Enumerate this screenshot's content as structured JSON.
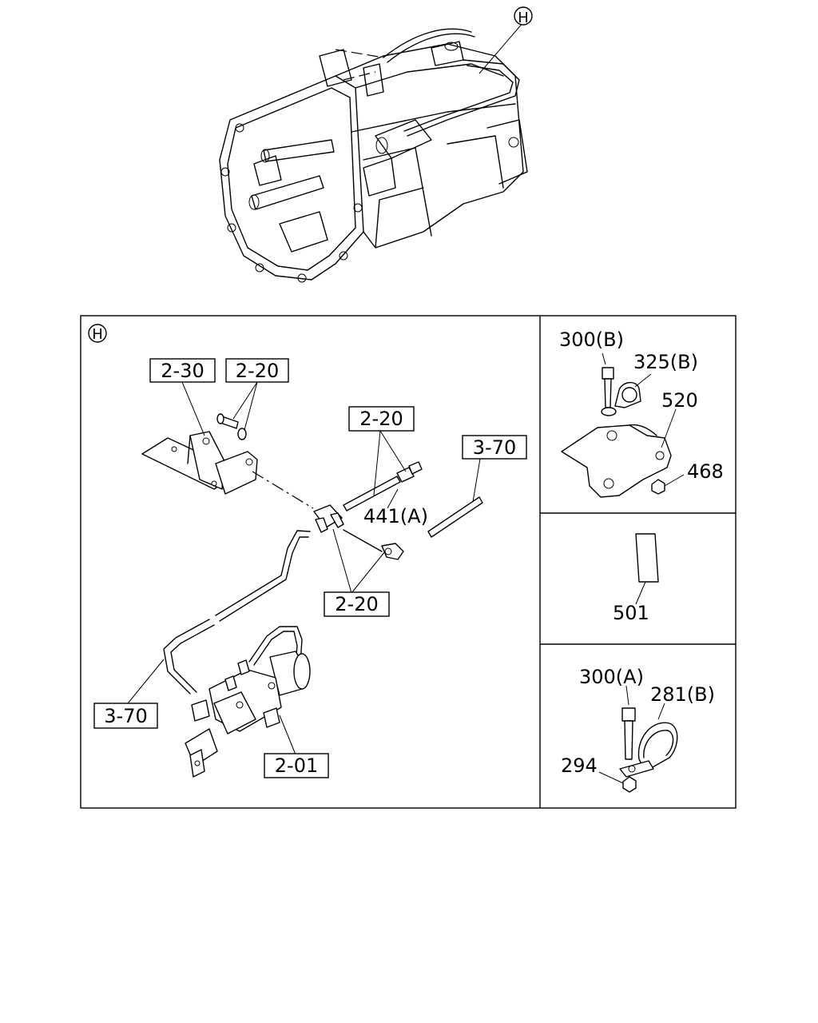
{
  "callout_letter": "H",
  "labels": {
    "clip_bolt_b": "300(B)",
    "clip_b": "325(B)",
    "bracket": "520",
    "nut_468": "468",
    "label_501": "501",
    "clip_bolt_a": "300(A)",
    "clip_a": "281(B)",
    "nut_294": "294",
    "pipe_441a": "441(A)"
  },
  "ref_boxes": {
    "bracket_ref": "2-30",
    "bolt_ref": "2-20",
    "hose_ref_top": "2-20",
    "tee_ref": "2-20",
    "pipe_ref_right": "3-70",
    "pipe_ref_left": "3-70",
    "valve_ref": "2-01"
  }
}
